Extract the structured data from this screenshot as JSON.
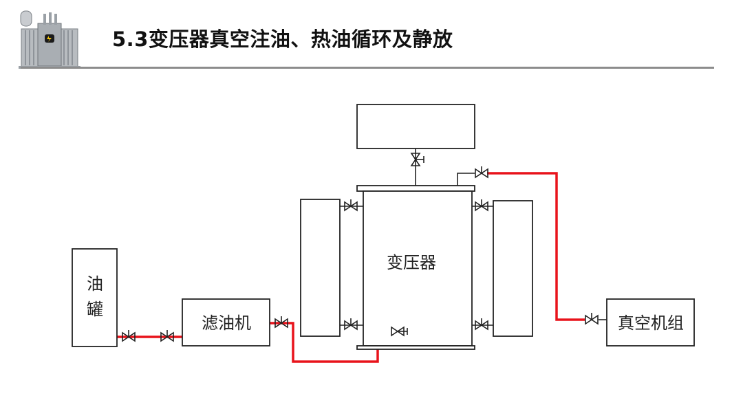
{
  "header": {
    "title": "5.3变压器真空注油、热油循环及静放"
  },
  "diagram": {
    "oil_tank_char_1": "油",
    "oil_tank_char_2": "罐",
    "oil_filter_label": "滤油机",
    "transformer_label": "变压器",
    "vacuum_unit_label": "真空机组"
  },
  "colors": {
    "oil_pipe": "#e8131b",
    "outline": "#222222",
    "rule": "#8c8c8c"
  },
  "icons": [
    "transformer-logo-icon",
    "valve-icon"
  ]
}
